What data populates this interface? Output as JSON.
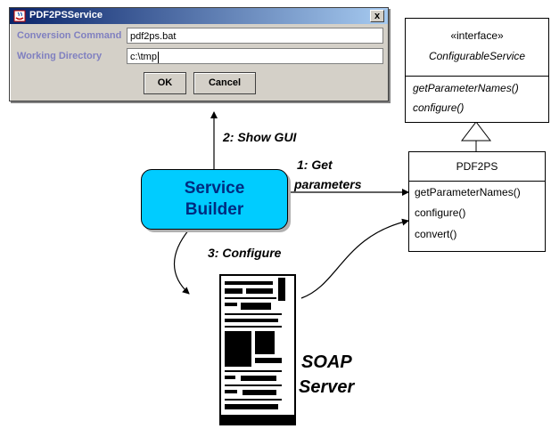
{
  "dialog": {
    "title": "PDF2PSService",
    "close_label": "x",
    "conversion_label": "Conversion Command",
    "conversion_value": "pdf2ps.bat",
    "working_label": "Working Directory",
    "working_value": "c:\\tmp",
    "ok_label": "OK",
    "cancel_label": "Cancel"
  },
  "interface_box": {
    "stereotype": "«interface»",
    "name": "ConfigurableService",
    "methods": [
      "getParameterNames()",
      "configure()"
    ]
  },
  "pdf2ps_box": {
    "name": "PDF2PS",
    "methods": [
      "getParameterNames()",
      "configure()",
      "convert()"
    ]
  },
  "service_builder": {
    "line1": "Service",
    "line2": "Builder"
  },
  "steps": {
    "show_gui": "2: Show  GUI",
    "get_line1": "1: Get",
    "get_line2": "parameters",
    "configure": "3: Configure"
  },
  "soap_server": {
    "line1": "SOAP",
    "line2": "Server"
  }
}
